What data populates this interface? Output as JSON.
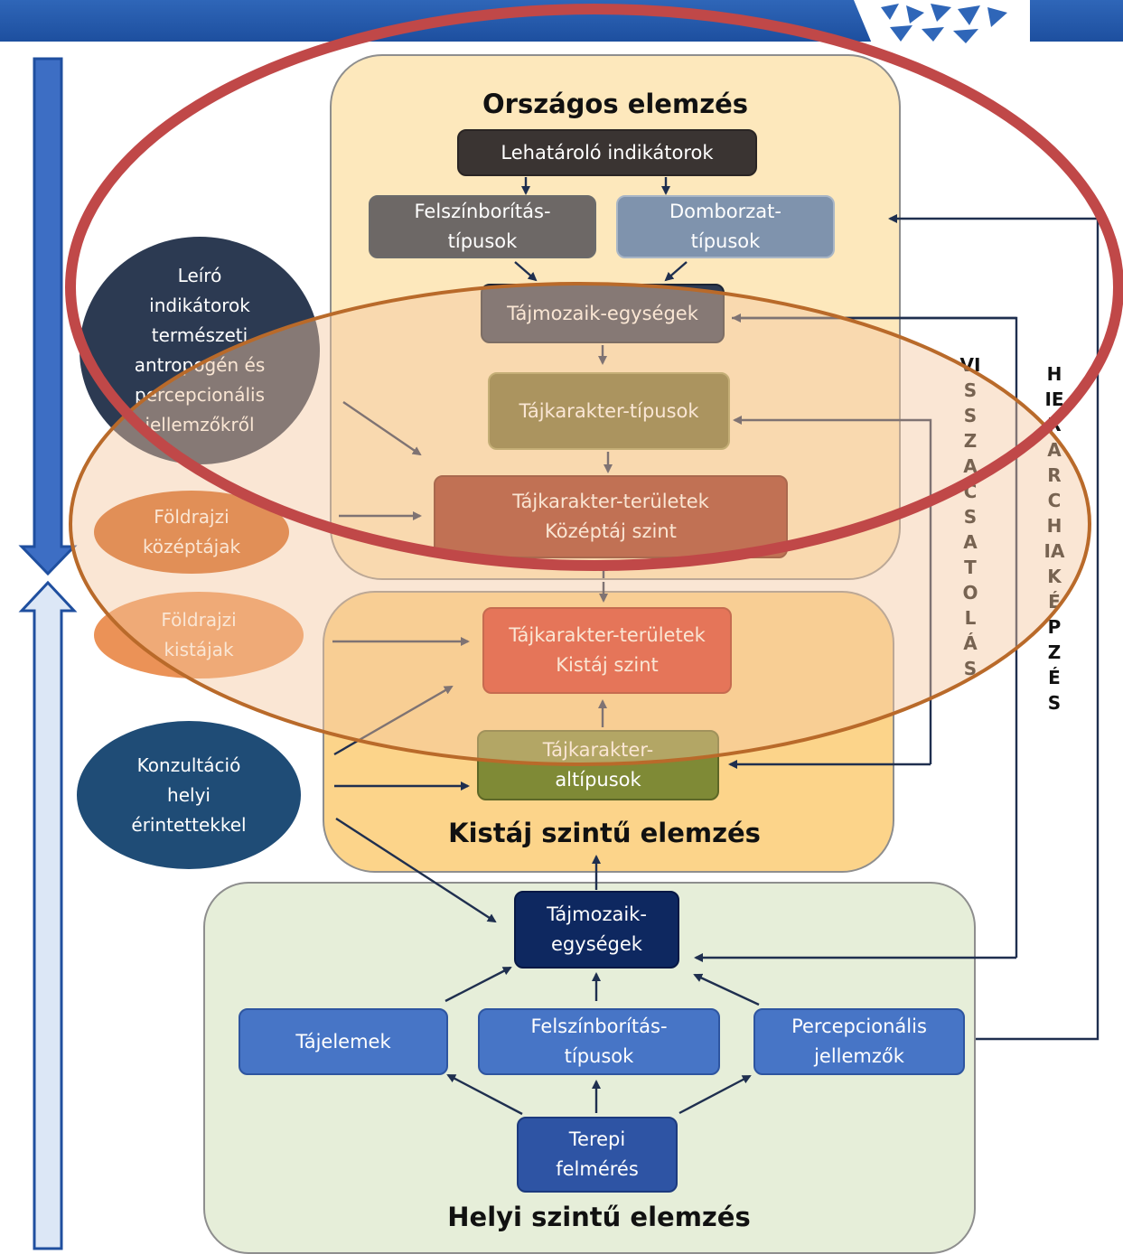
{
  "sections": {
    "national_title": "Országos elemzés",
    "kistaj_title": "Kistáj szintű elemzés",
    "helyi_title": "Helyi szintű elemzés"
  },
  "boxes": {
    "lehatarolo": "Lehatároló indikátorok",
    "felszinboritas_top": "Felszínborítás-\ntípusok",
    "domborzat": "Domborzat-\ntípusok",
    "tajmozaik_top": "Tájmozaik-egységek",
    "tajkarakter_tipusok": "Tájkarakter-típusok",
    "tajkarakter_kozeptaj": "Tájkarakter-területek\nKözéptáj szint",
    "tajkarakter_kistaj": "Tájkarakter-területek\nKistáj szint",
    "tajkarakter_altipusok": "Tájkarakter-\naltípusok",
    "tajmozaik_bottom": "Tájmozaik-\negységek",
    "tajelemek": "Tájelemek",
    "felszinboritas_bottom": "Felszínborítás-\ntípusok",
    "percepcionalis": "Percepcionális\njellemzők",
    "terepi": "Terepi\nfelmérés"
  },
  "ellipses": {
    "leiro": "Leíró\nindikátorok\ntermészeti\nantropogén és\npercepcionális\njellemzőkről",
    "foldrajzi_kozeptajak": "Földrajzi\nközéptájak",
    "foldrajzi_kistajak": "Földrajzi\nkistájak",
    "konzultacio": "Konzultáció\nhelyi\nérintettekkel"
  },
  "vertical_labels": {
    "visszacsatolas": "VISSZACSATOLÁS",
    "hierarchiakepzes": "HIERARCHIAKÉPZÉS"
  },
  "colors": {
    "dark_box": "#3a3432",
    "grey_box": "#6d6866",
    "slate_box": "#7f93ad",
    "navy_box": "#2c3a52",
    "olive_box": "#6f6a2b",
    "maroon_box": "#982b16",
    "red_box": "#d9321f",
    "olive_light_box": "#7f8a36",
    "navy_deep_box": "#0e2860",
    "blue_box": "#4775c6",
    "red_ellipse_outline": "#c04848",
    "brown_ellipse_outline": "#b96a2a"
  }
}
